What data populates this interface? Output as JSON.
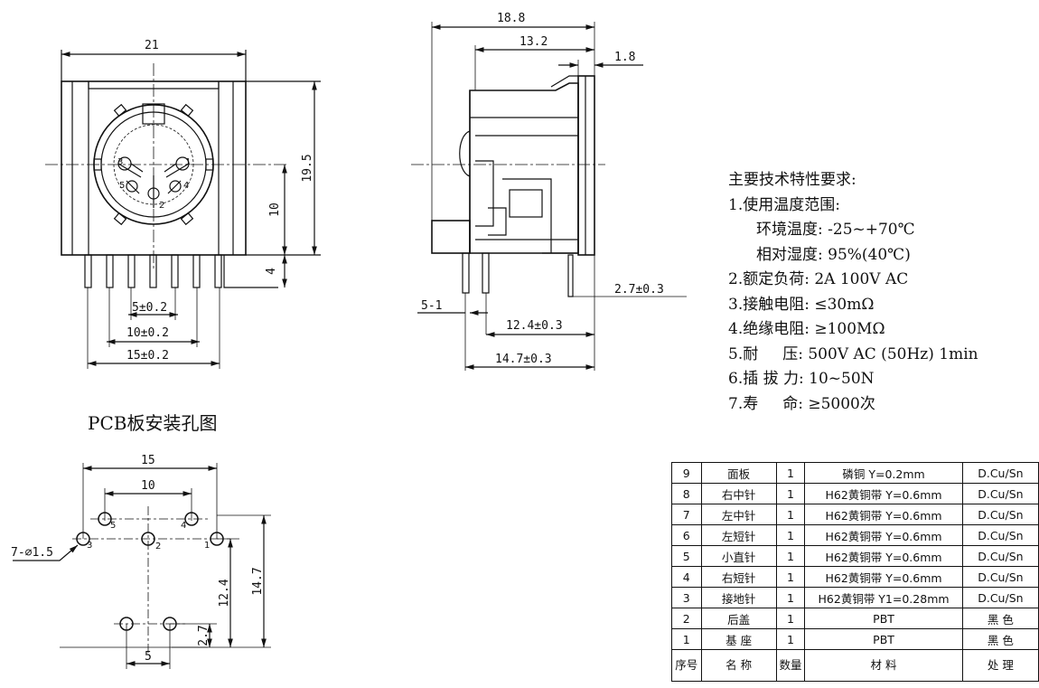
{
  "dimensions": {
    "front_width": "21",
    "front_height": "19.5",
    "front_center_height": "10",
    "front_pin_length": "4",
    "pitch_5": "5±0.2",
    "pitch_10": "10±0.2",
    "pitch_15": "15±0.2",
    "side_total": "18.8",
    "side_body": "13.2",
    "side_plate": "1.8",
    "side_pin_offset": "2.7±0.3",
    "side_pin_5_1": "5-1",
    "side_pin_12_4": "12.4±0.3",
    "side_pin_14_7": "14.7±0.3"
  },
  "pin_numbers": {
    "p1": "1",
    "p2": "2",
    "p3": "3",
    "p4": "4",
    "p5": "5"
  },
  "pcb": {
    "title": "PCB板安装孔图",
    "dim_15": "15",
    "dim_10": "10",
    "hole_note": "7-⌀1.5",
    "dim_12_4": "12.4",
    "dim_14_7": "14.7",
    "dim_2_7": "2.7",
    "dim_5": "5"
  },
  "requirements": {
    "heading": "主要技术特性要求:",
    "l1": "1.使用温度范围:",
    "l1a": "环境温度: -25~+70℃",
    "l1b": "相对湿度: 95%(40℃)",
    "l2": "2.额定负荷: 2A 100V AC",
    "l3": "3.接触电阻: ≤30mΩ",
    "l4": "4.绝缘电阻: ≥100MΩ",
    "l5": "5.耐     压: 500V AC (50Hz) 1min",
    "l6": "6.插 拔 力: 10~50N",
    "l7": "7.寿     命: ≥5000次"
  },
  "bom": {
    "rows": [
      {
        "no": "9",
        "name": "面板",
        "qty": "1",
        "material": "磷铜 Y=0.2mm",
        "finish": "D.Cu/Sn"
      },
      {
        "no": "8",
        "name": "右中针",
        "qty": "1",
        "material": "H62黄铜带 Y=0.6mm",
        "finish": "D.Cu/Sn"
      },
      {
        "no": "7",
        "name": "左中针",
        "qty": "1",
        "material": "H62黄铜带 Y=0.6mm",
        "finish": "D.Cu/Sn"
      },
      {
        "no": "6",
        "name": "左短针",
        "qty": "1",
        "material": "H62黄铜带 Y=0.6mm",
        "finish": "D.Cu/Sn"
      },
      {
        "no": "5",
        "name": "小直针",
        "qty": "1",
        "material": "H62黄铜带 Y=0.6mm",
        "finish": "D.Cu/Sn"
      },
      {
        "no": "4",
        "name": "右短针",
        "qty": "1",
        "material": "H62黄铜带 Y=0.6mm",
        "finish": "D.Cu/Sn"
      },
      {
        "no": "3",
        "name": "接地针",
        "qty": "1",
        "material": "H62黄铜带 Y1=0.28mm",
        "finish": "D.Cu/Sn"
      },
      {
        "no": "2",
        "name": "后盖",
        "qty": "1",
        "material": "PBT",
        "finish": "黑 色"
      },
      {
        "no": "1",
        "name": "基 座",
        "qty": "1",
        "material": "PBT",
        "finish": "黑 色"
      }
    ],
    "header": {
      "no": "序号",
      "name": "名  称",
      "qty": "数量",
      "material": "材    料",
      "finish": "处    理"
    }
  }
}
